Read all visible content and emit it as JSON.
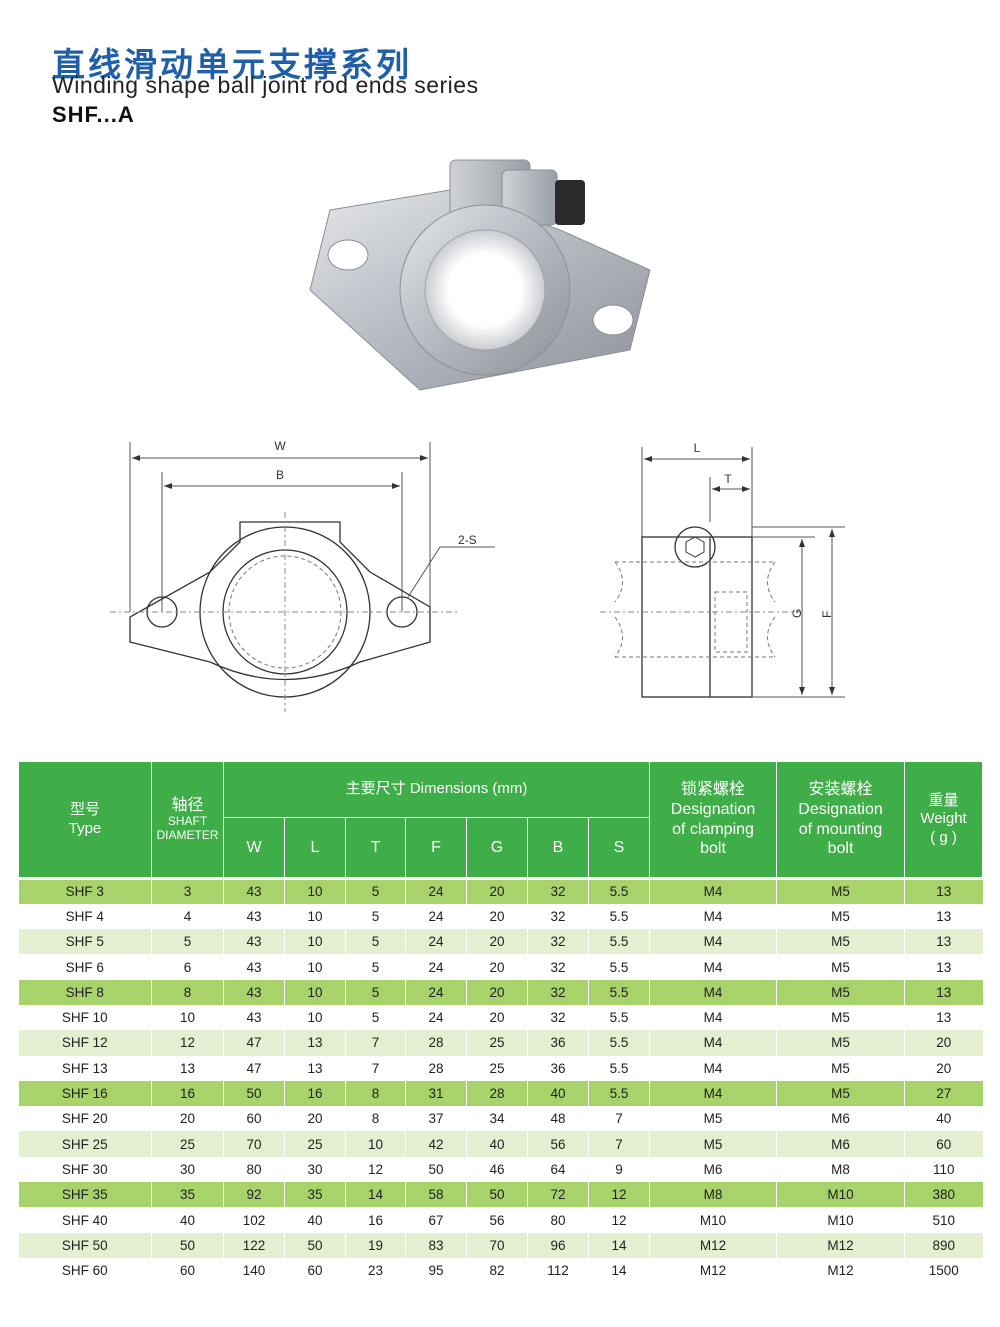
{
  "header": {
    "title_cn": "直线滑动单元支撑系列",
    "title_en": "Winding shape ball joint rod ends series",
    "model": "SHF...A"
  },
  "drawings": {
    "front": {
      "label_w": "W",
      "label_b": "B",
      "label_s": "2-S"
    },
    "side": {
      "label_l": "L",
      "label_t": "T",
      "label_g": "G",
      "label_f": "F"
    }
  },
  "table": {
    "header": {
      "type_cn": "型号",
      "type_en": "Type",
      "shaft_cn": "轴径",
      "shaft_en1": "SHAFT",
      "shaft_en2": "DIAMETER",
      "dimensions": "主要尺寸  Dimensions  (mm)",
      "dim_cols": [
        "W",
        "L",
        "T",
        "F",
        "G",
        "B",
        "S"
      ],
      "clamp_cn": "锁紧螺栓",
      "clamp_en1": "Designation",
      "clamp_en2": "of clamping",
      "clamp_en3": "bolt",
      "mount_cn": "安装螺栓",
      "mount_en1": "Designation",
      "mount_en2": "of mounting",
      "mount_en3": "bolt",
      "weight_cn": "重量",
      "weight_en": "Weight",
      "weight_unit": "( g )"
    },
    "rows": [
      {
        "type": "SHF 3",
        "shaft": "3",
        "W": "43",
        "L": "10",
        "T": "5",
        "F": "24",
        "G": "20",
        "B": "32",
        "S": "5.5",
        "clamp": "M4",
        "mount": "M5",
        "weight": "13"
      },
      {
        "type": "SHF 4",
        "shaft": "4",
        "W": "43",
        "L": "10",
        "T": "5",
        "F": "24",
        "G": "20",
        "B": "32",
        "S": "5.5",
        "clamp": "M4",
        "mount": "M5",
        "weight": "13"
      },
      {
        "type": "SHF 5",
        "shaft": "5",
        "W": "43",
        "L": "10",
        "T": "5",
        "F": "24",
        "G": "20",
        "B": "32",
        "S": "5.5",
        "clamp": "M4",
        "mount": "M5",
        "weight": "13"
      },
      {
        "type": "SHF 6",
        "shaft": "6",
        "W": "43",
        "L": "10",
        "T": "5",
        "F": "24",
        "G": "20",
        "B": "32",
        "S": "5.5",
        "clamp": "M4",
        "mount": "M5",
        "weight": "13"
      },
      {
        "type": "SHF 8",
        "shaft": "8",
        "W": "43",
        "L": "10",
        "T": "5",
        "F": "24",
        "G": "20",
        "B": "32",
        "S": "5.5",
        "clamp": "M4",
        "mount": "M5",
        "weight": "13"
      },
      {
        "type": "SHF 10",
        "shaft": "10",
        "W": "43",
        "L": "10",
        "T": "5",
        "F": "24",
        "G": "20",
        "B": "32",
        "S": "5.5",
        "clamp": "M4",
        "mount": "M5",
        "weight": "13"
      },
      {
        "type": "SHF 12",
        "shaft": "12",
        "W": "47",
        "L": "13",
        "T": "7",
        "F": "28",
        "G": "25",
        "B": "36",
        "S": "5.5",
        "clamp": "M4",
        "mount": "M5",
        "weight": "20"
      },
      {
        "type": "SHF 13",
        "shaft": "13",
        "W": "47",
        "L": "13",
        "T": "7",
        "F": "28",
        "G": "25",
        "B": "36",
        "S": "5.5",
        "clamp": "M4",
        "mount": "M5",
        "weight": "20"
      },
      {
        "type": "SHF 16",
        "shaft": "16",
        "W": "50",
        "L": "16",
        "T": "8",
        "F": "31",
        "G": "28",
        "B": "40",
        "S": "5.5",
        "clamp": "M4",
        "mount": "M5",
        "weight": "27"
      },
      {
        "type": "SHF 20",
        "shaft": "20",
        "W": "60",
        "L": "20",
        "T": "8",
        "F": "37",
        "G": "34",
        "B": "48",
        "S": "7",
        "clamp": "M5",
        "mount": "M6",
        "weight": "40"
      },
      {
        "type": "SHF 25",
        "shaft": "25",
        "W": "70",
        "L": "25",
        "T": "10",
        "F": "42",
        "G": "40",
        "B": "56",
        "S": "7",
        "clamp": "M5",
        "mount": "M6",
        "weight": "60"
      },
      {
        "type": "SHF 30",
        "shaft": "30",
        "W": "80",
        "L": "30",
        "T": "12",
        "F": "50",
        "G": "46",
        "B": "64",
        "S": "9",
        "clamp": "M6",
        "mount": "M8",
        "weight": "110"
      },
      {
        "type": "SHF 35",
        "shaft": "35",
        "W": "92",
        "L": "35",
        "T": "14",
        "F": "58",
        "G": "50",
        "B": "72",
        "S": "12",
        "clamp": "M8",
        "mount": "M10",
        "weight": "380"
      },
      {
        "type": "SHF 40",
        "shaft": "40",
        "W": "102",
        "L": "40",
        "T": "16",
        "F": "67",
        "G": "56",
        "B": "80",
        "S": "12",
        "clamp": "M10",
        "mount": "M10",
        "weight": "510"
      },
      {
        "type": "SHF 50",
        "shaft": "50",
        "W": "122",
        "L": "50",
        "T": "19",
        "F": "83",
        "G": "70",
        "B": "96",
        "S": "14",
        "clamp": "M12",
        "mount": "M12",
        "weight": "890"
      },
      {
        "type": "SHF 60",
        "shaft": "60",
        "W": "140",
        "L": "60",
        "T": "23",
        "F": "95",
        "G": "82",
        "B": "112",
        "S": "14",
        "clamp": "M12",
        "mount": "M12",
        "weight": "1500"
      }
    ],
    "row_shading": [
      "dark",
      "white",
      "light",
      "white",
      "dark",
      "white",
      "light",
      "white",
      "dark",
      "white",
      "light",
      "white",
      "dark",
      "white",
      "light",
      "white"
    ],
    "colors": {
      "header_green": "#3fae49",
      "row_dark": "#a8d26a",
      "row_light": "#e3efd0"
    }
  }
}
